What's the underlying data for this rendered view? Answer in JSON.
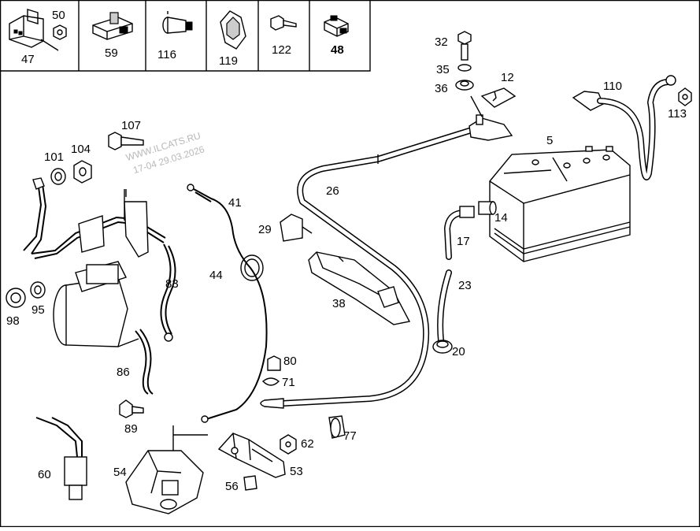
{
  "watermark": {
    "line1": "WWW.ILCATS.RU",
    "line2": "17-04 29.03.2026"
  },
  "legend": [
    {
      "id": "legend-50",
      "label": "50"
    },
    {
      "id": "legend-47",
      "label": "47"
    },
    {
      "id": "legend-59",
      "label": "59"
    },
    {
      "id": "legend-116",
      "label": "116"
    },
    {
      "id": "legend-119",
      "label": "119"
    },
    {
      "id": "legend-122",
      "label": "122"
    },
    {
      "id": "legend-48",
      "label": "48"
    }
  ],
  "callouts": {
    "c32": "32",
    "c35": "35",
    "c36": "36",
    "c12": "12",
    "c110": "110",
    "c113": "113",
    "c107": "107",
    "c101": "101",
    "c104": "104",
    "c5": "5",
    "c26": "26",
    "c41": "41",
    "c29": "29",
    "c14": "14",
    "c17": "17",
    "c44": "44",
    "c83": "83",
    "c98": "98",
    "c95": "95",
    "c38": "38",
    "c23": "23",
    "c20": "20",
    "c80": "80",
    "c71": "71",
    "c86": "86",
    "c89": "89",
    "c62": "62",
    "c77": "77",
    "c60": "60",
    "c54": "54",
    "c53": "53",
    "c56": "56"
  }
}
